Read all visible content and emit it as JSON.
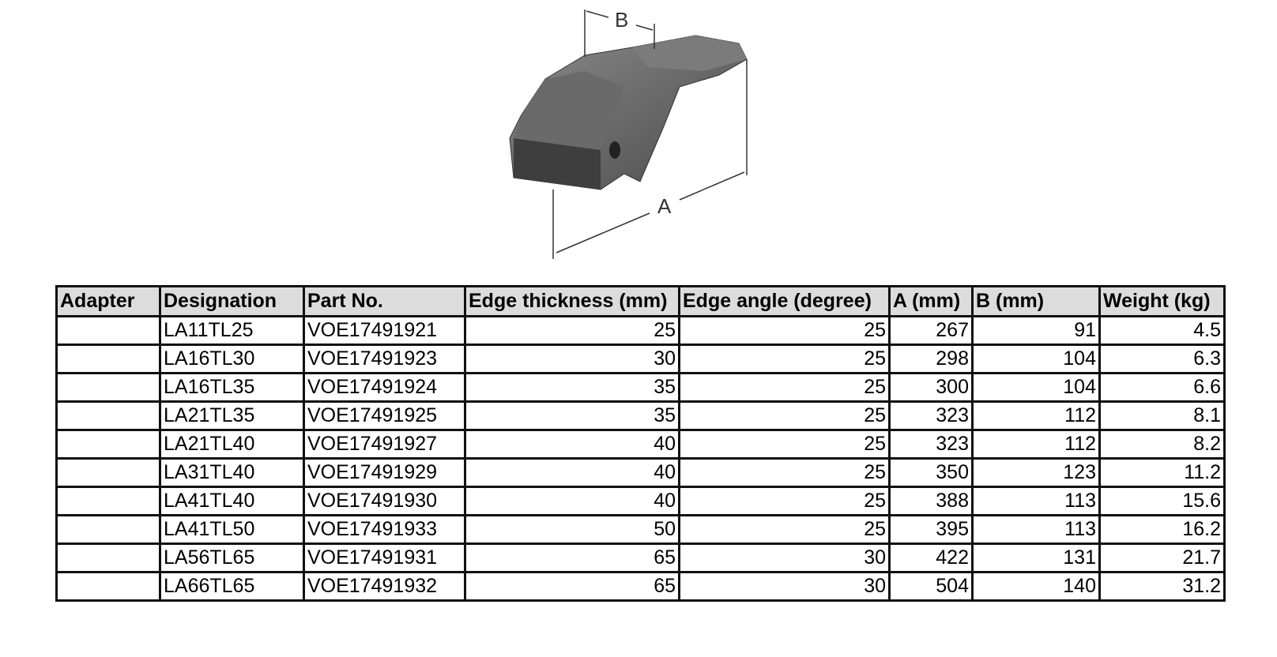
{
  "drawing": {
    "label_a": "A",
    "label_b": "B"
  },
  "table": {
    "headers": [
      "Adapter",
      "Designation",
      "Part No.",
      "Edge thickness (mm)",
      "Edge angle (degree)",
      "A (mm)",
      "B (mm)",
      "Weight (kg)"
    ],
    "rows": [
      [
        "",
        "LA11TL25",
        "VOE17491921",
        "25",
        "25",
        "267",
        "91",
        "4.5"
      ],
      [
        "",
        "LA16TL30",
        "VOE17491923",
        "30",
        "25",
        "298",
        "104",
        "6.3"
      ],
      [
        "",
        "LA16TL35",
        "VOE17491924",
        "35",
        "25",
        "300",
        "104",
        "6.6"
      ],
      [
        "",
        "LA21TL35",
        "VOE17491925",
        "35",
        "25",
        "323",
        "112",
        "8.1"
      ],
      [
        "",
        "LA21TL40",
        "VOE17491927",
        "40",
        "25",
        "323",
        "112",
        "8.2"
      ],
      [
        "",
        "LA31TL40",
        "VOE17491929",
        "40",
        "25",
        "350",
        "123",
        "11.2"
      ],
      [
        "",
        "LA41TL40",
        "VOE17491930",
        "40",
        "25",
        "388",
        "113",
        "15.6"
      ],
      [
        "",
        "LA41TL50",
        "VOE17491933",
        "50",
        "25",
        "395",
        "113",
        "16.2"
      ],
      [
        "",
        "LA56TL65",
        "VOE17491931",
        "65",
        "30",
        "422",
        "131",
        "21.7"
      ],
      [
        "",
        "LA66TL65",
        "VOE17491932",
        "65",
        "30",
        "504",
        "140",
        "31.2"
      ]
    ]
  }
}
